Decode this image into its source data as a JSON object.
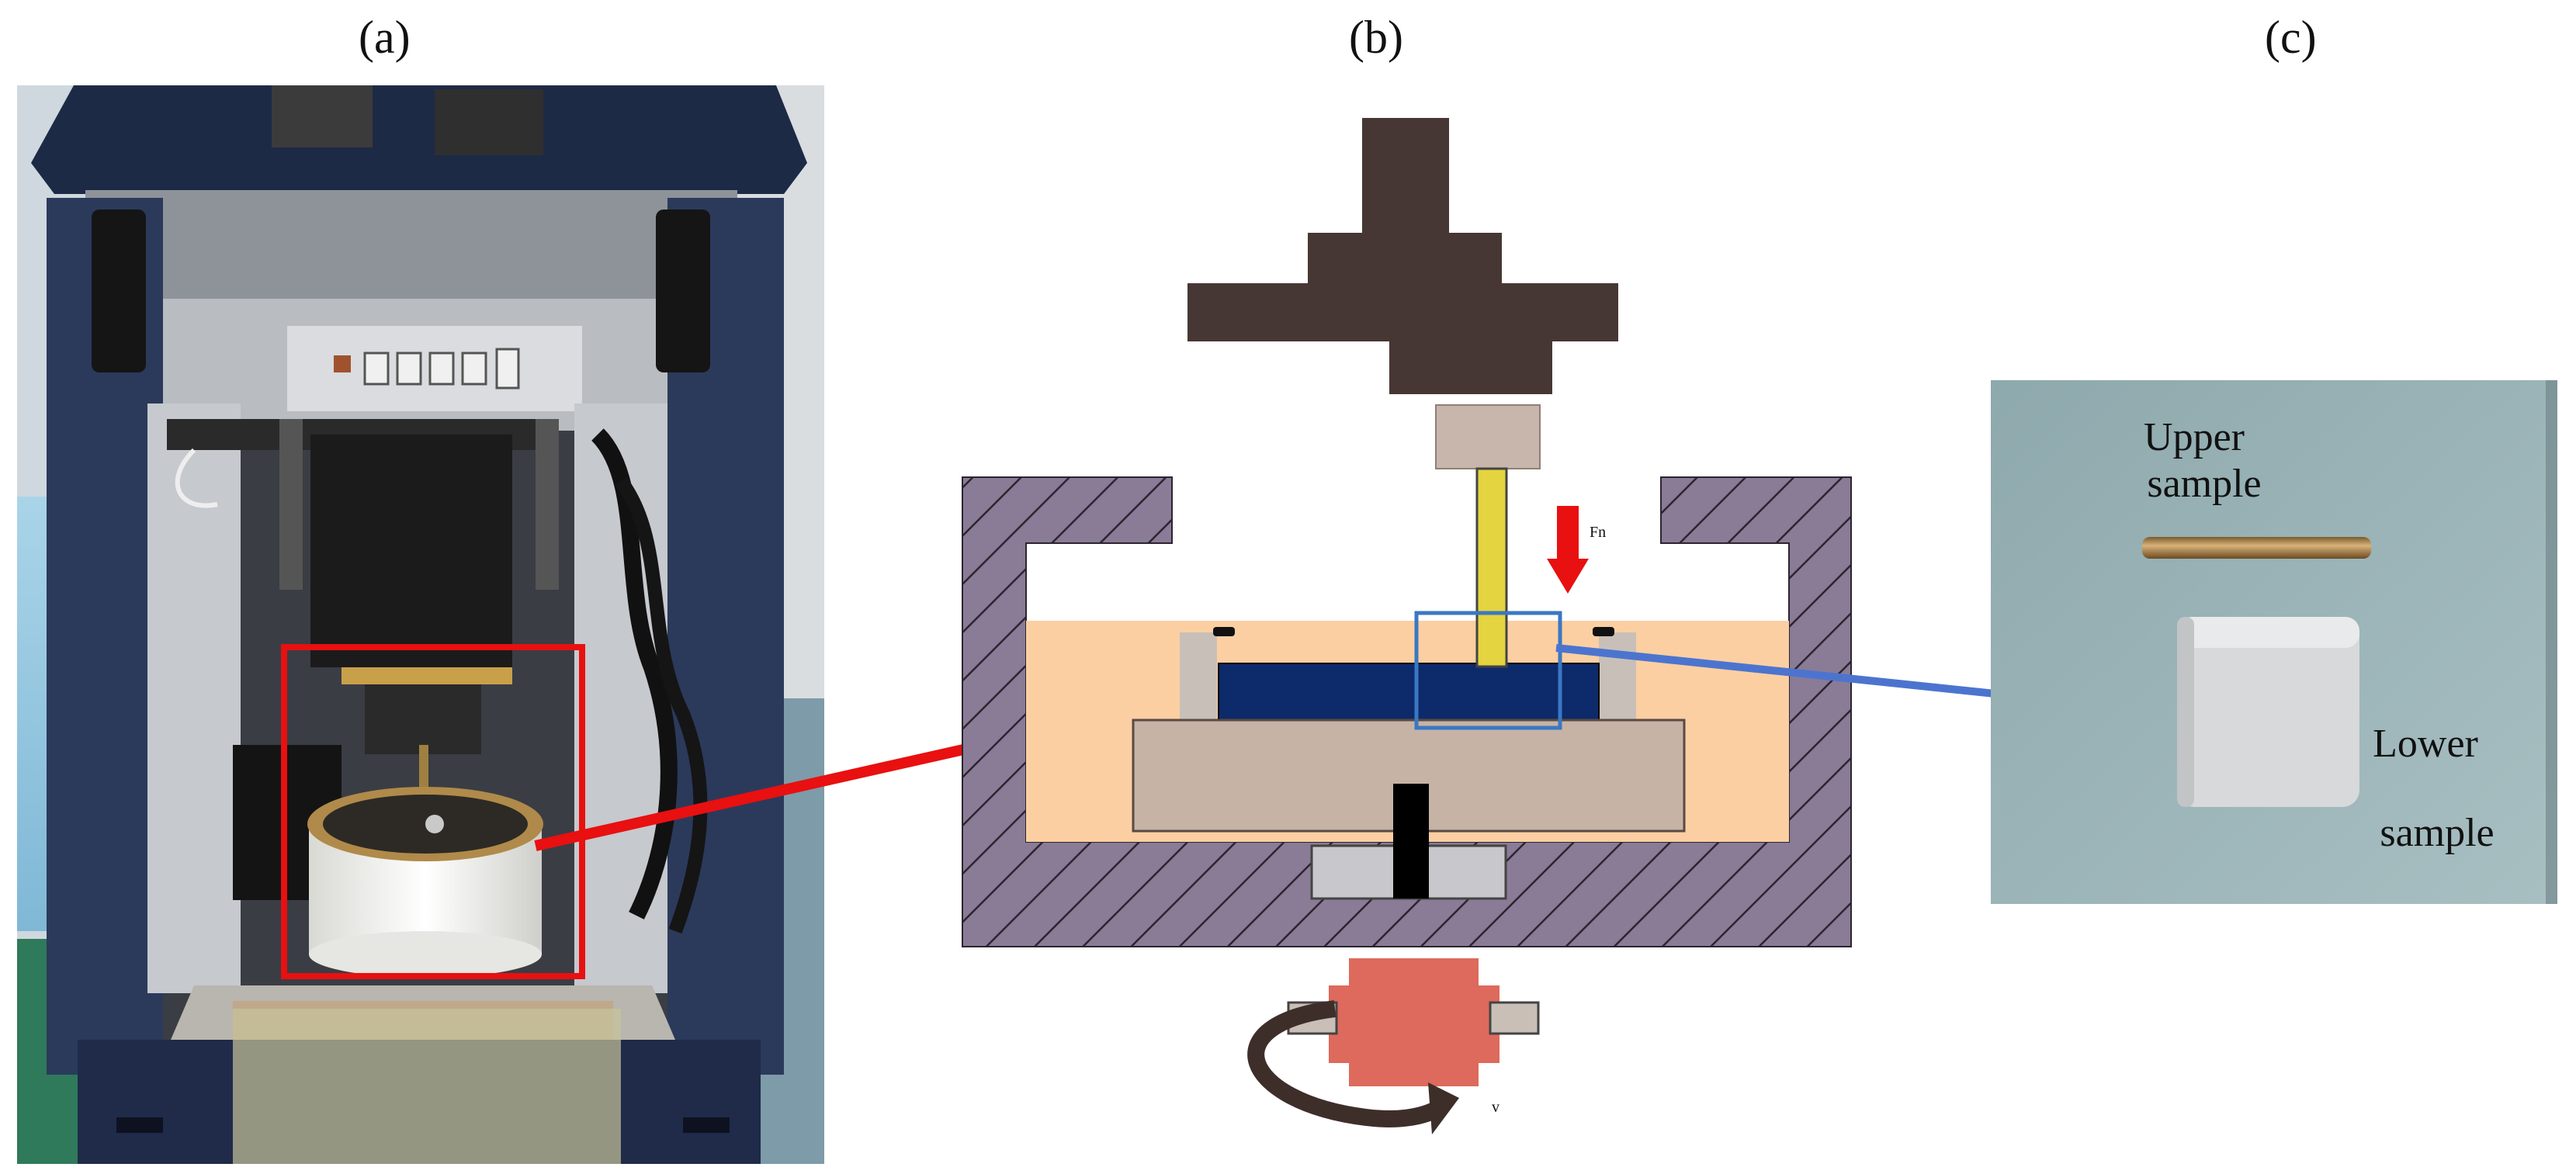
{
  "panels": {
    "a_label": "(a)",
    "b_label": "(b)",
    "c_label": "(c)"
  },
  "schematic": {
    "force_label": "Fn",
    "velocity_label": "v"
  },
  "photo_c": {
    "upper_label_line1": "Upper",
    "upper_label_line2": "sample",
    "lower_label_line1": "Lower",
    "lower_label_line2": "sample"
  },
  "colors": {
    "motor_head": "#473734",
    "coupler": "#c8b5ab",
    "pin_shaft": "#e4d43f",
    "housing_hatch": "#8a7b96",
    "lubricant": "#fbcfa2",
    "sample_plate": "#0d2a6a",
    "holder_base": "#c7b3a6",
    "drive_motor": "#dd6a5c",
    "red_arrow": "#e81010",
    "blue_arrow": "#4c74cf",
    "highlight_box_red": "#e81010",
    "highlight_box_blue": "#3a78c2"
  }
}
